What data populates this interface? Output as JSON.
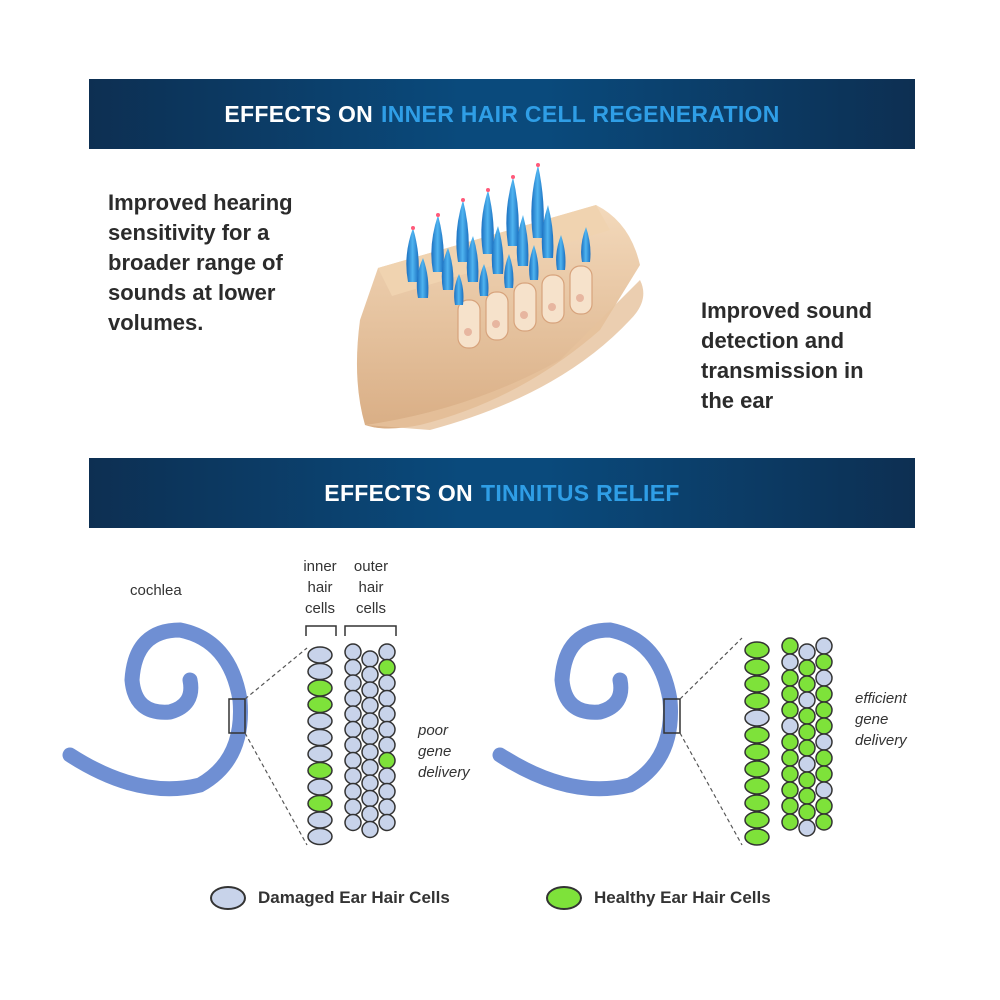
{
  "sections": [
    {
      "title_white": "EFFECTS ON",
      "title_blue": "INNER HAIR CELL REGENERATION"
    },
    {
      "title_white": "EFFECTS ON",
      "title_blue": "TINNITUS RELIEF"
    }
  ],
  "regeneration": {
    "left_text": [
      "Improved hearing",
      "sensitivity for a",
      "broader range of",
      "sounds at lower",
      "volumes."
    ],
    "right_text": [
      "Improved sound",
      "detection and",
      "transmission in",
      "the ear"
    ]
  },
  "diagram": {
    "cochlea_label": "cochlea",
    "inner_label": [
      "inner",
      "hair",
      "cells"
    ],
    "outer_label": [
      "outer",
      "hair",
      "cells"
    ],
    "poor_label": [
      "poor",
      "gene",
      "delivery"
    ],
    "efficient_label": [
      "efficient",
      "gene",
      "delivery"
    ]
  },
  "legend": {
    "damaged": "Damaged Ear Hair Cells",
    "healthy": "Healthy Ear Hair Cells"
  },
  "colors": {
    "banner_dark": "#0d2f52",
    "banner_accent": "#2f9ee6",
    "cochlea": "#6f8fd3",
    "damaged_cell": "#c8d3ea",
    "healthy_cell": "#7ee23a",
    "tissue": "#e9c8a2",
    "hair_bundle": "#2b8fd8"
  }
}
